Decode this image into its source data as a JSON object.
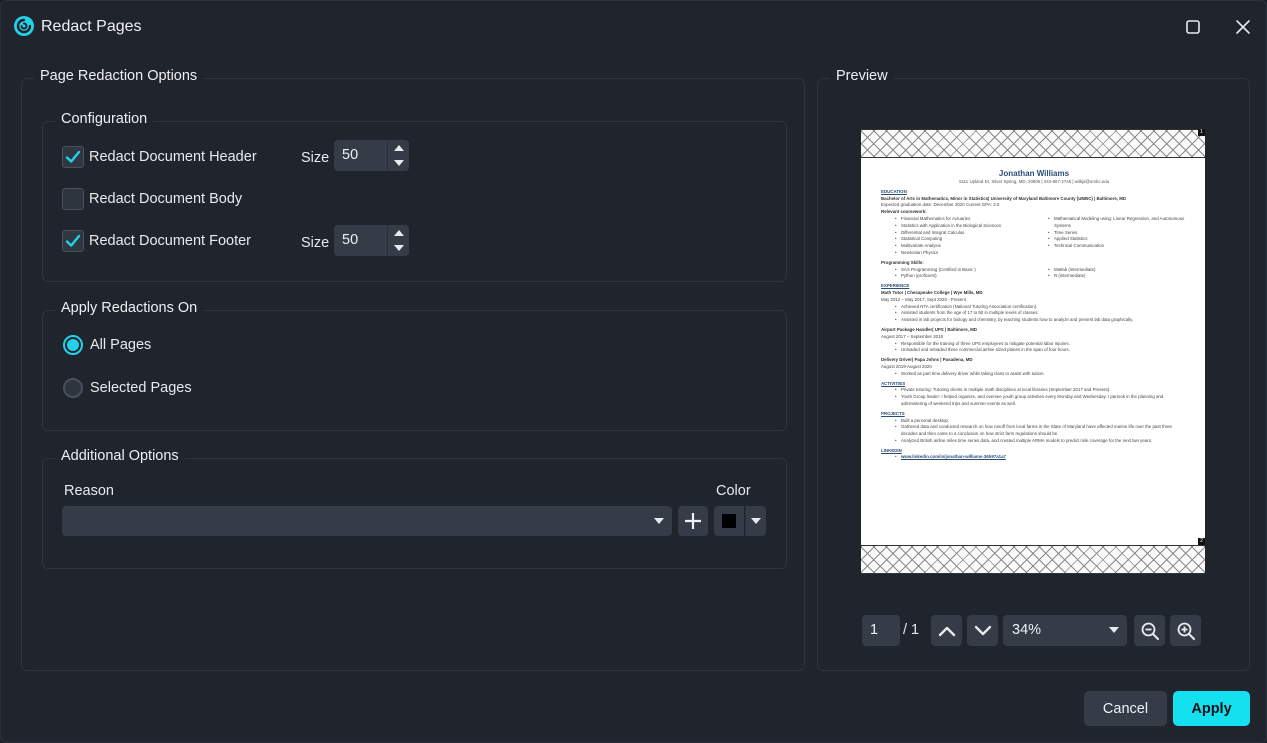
{
  "window": {
    "title": "Redact Pages",
    "accent": "#25d1e8"
  },
  "titlebar": {
    "maximize_icon": "maximize-icon",
    "close_icon": "close-icon"
  },
  "options": {
    "title": "Page Redaction Options",
    "configuration": {
      "title": "Configuration",
      "header": {
        "label": "Redact Document Header",
        "checked": true,
        "size_label": "Size",
        "size_value": "50"
      },
      "body": {
        "label": "Redact Document Body",
        "checked": false
      },
      "footer": {
        "label": "Redact Document Footer",
        "checked": true,
        "size_label": "Size",
        "size_value": "50"
      }
    },
    "apply_on": {
      "title": "Apply Redactions On",
      "all_pages": {
        "label": "All Pages",
        "selected": true
      },
      "selected_pages": {
        "label": "Selected Pages",
        "selected": false
      }
    },
    "additional": {
      "title": "Additional Options",
      "reason_label": "Reason",
      "reason_value": "",
      "color_label": "Color",
      "color_value": "#000000"
    }
  },
  "preview": {
    "title": "Preview",
    "page_marks": {
      "top": "1",
      "bottom": "2"
    },
    "doc": {
      "name": "Jonathan Williams",
      "contact": "1511 Upland Dr, Silver Spring, MD, 20905 | 443-867-2745 | wilkjd@umbc.edu",
      "education_heading": "EDUCATION",
      "degree": "Bachelor of Arts in Mathematics, Minor in Statistics| University of Maryland Baltimore County (UMBC) | Baltimore, MD",
      "grad": "Expected graduation date: December 2020   Current GPA: 3.0",
      "coursework_heading": "Relevant coursework:",
      "courses_left": [
        "Financial Mathematics for Actuaries",
        "Statistics with Application in the Biological Sciences",
        "Differential and Integral Calculus",
        "Statistical Computing",
        "Multivariate Analysis",
        "Newtonian Physics"
      ],
      "courses_right": [
        "Mathematical Modeling using: Linear Regression, and Autonomous Systems",
        "Time Series",
        "Applied Statistics",
        "Technical Communication"
      ],
      "skills_heading": "Programming Skills:",
      "skills_left": [
        "SAS Programming (Certified in Basic )",
        "Python (proficient)"
      ],
      "skills_right": [
        "Matlab (intermediate)",
        "R (intermediate)"
      ],
      "experience_heading": "EXPERIENCE",
      "job1_title": "Math Tutor | Chesapeake College | Wye Mills, MD",
      "job1_dates": "May 2012 – May 2017; Sept 2020 - Present",
      "job1_items": [
        "Achieved NTA certification (National Tutoring Association certification).",
        "Assisted students from the age of 17 to 50 in multiple levels of classes.",
        "Assisted in lab projects for biology and chemistry, by teaching students how to analyze and present lab data graphically."
      ],
      "job2_title": "Airport Package Handler| UPS | Baltimore, MD",
      "job2_dates": "August 2017 – September 2018",
      "job2_items": [
        "Responsible for the  training of three UPS employees to mitigate potential labor injuries.",
        "Unloaded and reloaded three commercial airline sized planes in the span of four hours."
      ],
      "job3_title": "Delivery Driver| Papa Johns | Pasadena, MD",
      "job3_dates": "August 2019-August 2020",
      "job3_items": [
        "Worked as part time delivery driver while taking class to assist with tuition."
      ],
      "activities_heading": "ACTIVITIES",
      "activities_items": [
        "Private tutoring: Tutoring clients in multiple math disciplines at local libraries (September 2017 and Present).",
        "Youth Group leader: I helped organize, and oversee youth group activities every Monday and Wednesday. I partook in the planning and administering of weekend trips and summer events as well."
      ],
      "projects_heading": "PROJECTS",
      "projects_items": [
        "Built a personal desktop.",
        "Gathered data and conducted research on how runoff from local farms in the State of Maryland have affected marine life over the past three decades and then came to a conclusion on how strict farm regulations should be.",
        "Analyzed British airline miles  time series data, and created multiple ARMA models to predict mile coverage for the next two years."
      ],
      "linkedin_heading": "LINKEDIN",
      "linkedin_url": "www.linkedin.com/in/jonathan-williams-36b97a1a7"
    },
    "nav": {
      "current_page": "1",
      "total": "/ 1",
      "zoom": "34%"
    }
  },
  "footer": {
    "cancel_label": "Cancel",
    "apply_label": "Apply"
  }
}
